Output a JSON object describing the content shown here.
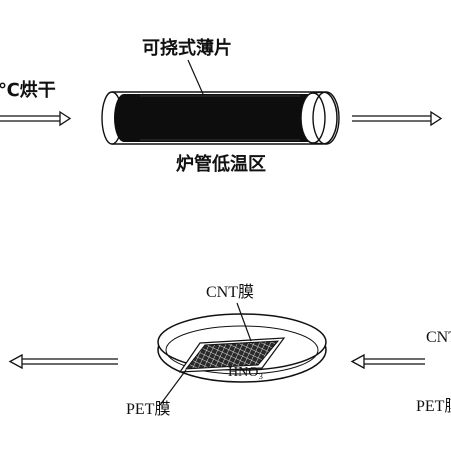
{
  "labels": {
    "drying": "℃烘干",
    "flexible_sheet": "可挠式薄片",
    "furnace_low_zone": "炉管低温区",
    "cnt_film": "CNT膜",
    "hno3": "HNO₃",
    "pet_film": "PET膜",
    "cnt_cut": "CNT",
    "pet_cut": "PET膜"
  },
  "colors": {
    "ink": "#111111",
    "background": "#ffffff"
  },
  "icons": {
    "arrow": "double-line-arrow-icon"
  }
}
